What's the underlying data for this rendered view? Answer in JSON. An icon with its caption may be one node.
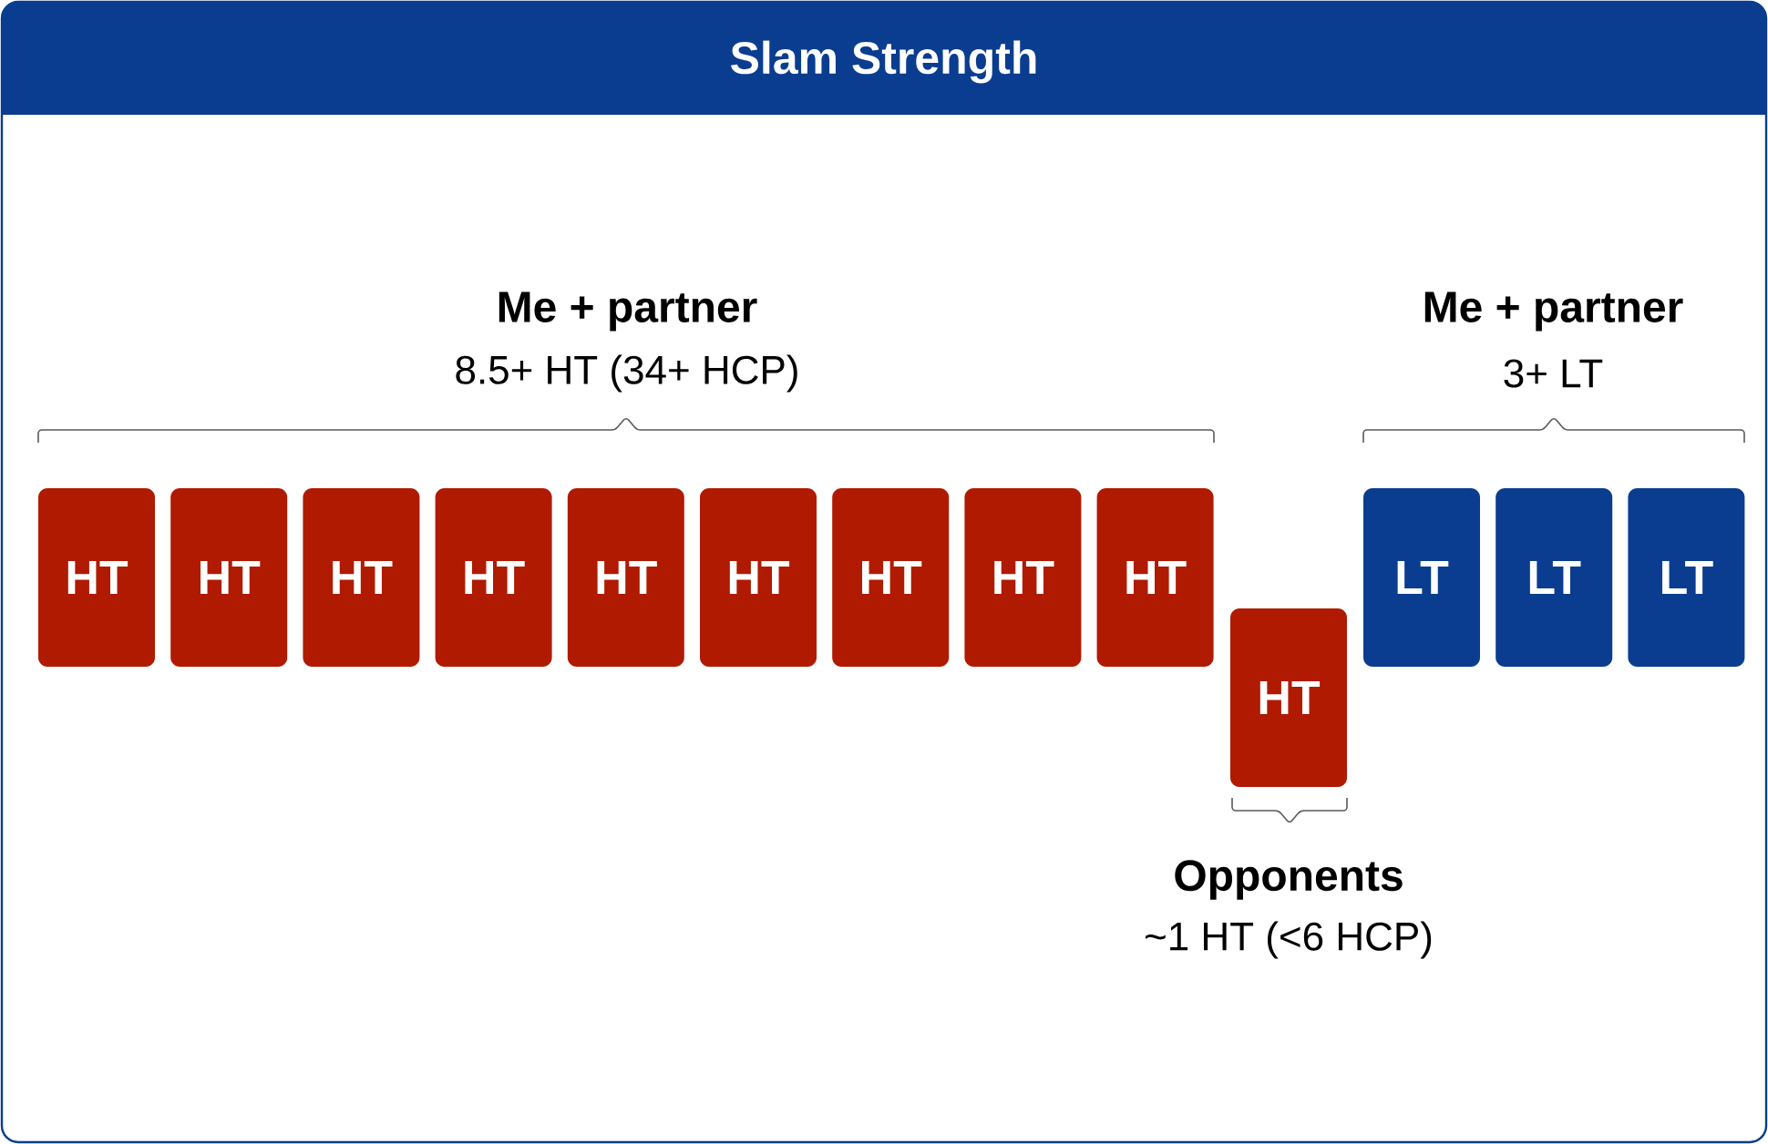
{
  "diagram": {
    "title": "Slam Strength",
    "nodes": [
      {
        "text": [
          "HT"
        ]
      },
      {
        "text": [
          "HT"
        ]
      },
      {
        "text": [
          "HT"
        ]
      },
      {
        "text": [
          "HT"
        ]
      },
      {
        "text": [
          "HT"
        ]
      },
      {
        "text": [
          "HT"
        ]
      },
      {
        "text": [
          "HT"
        ]
      },
      {
        "text": [
          "HT"
        ]
      },
      {
        "text": [
          "HT"
        ]
      },
      {
        "text": [
          "HT"
        ]
      },
      {
        "text": [
          "LT"
        ]
      },
      {
        "text": [
          "LT"
        ]
      },
      {
        "text": [
          "LT"
        ]
      }
    ],
    "labels": [
      "Me + partner",
      "8.5+ HT (34+ HCP)",
      "Me + partner",
      "3+ LT",
      "Opponents",
      "~1 HT (<6 HCP)"
    ]
  }
}
